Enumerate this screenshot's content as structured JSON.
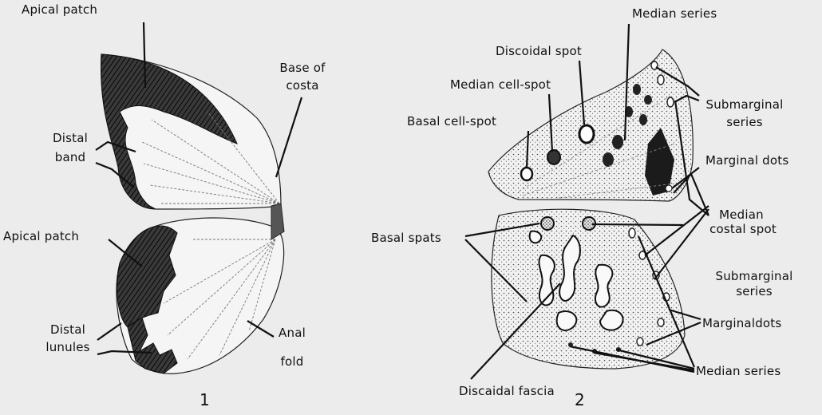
{
  "figure1": {
    "number": "1",
    "labels": {
      "apical_patch_top": "Apical patch",
      "base_of_costa_1": "Base of",
      "base_of_costa_2": "costa",
      "distal_band_1": "Distal",
      "distal_band_2": "band",
      "apical_patch_hind": "Apical patch",
      "distal_lunules_1": "Distal",
      "distal_lunules_2": "lunules",
      "anal_fold_1": "Anal",
      "anal_fold_2": "fold"
    }
  },
  "figure2": {
    "number": "2",
    "labels": {
      "median_series_top": "Median series",
      "discoidal_spot": "Discoidal spot",
      "median_cell_spot": "Median cell-spot",
      "basal_cell_spot": "Basal cell-spot",
      "submarginal_series_1a": "Submarginal",
      "submarginal_series_1b": "series",
      "marginal_dots_top": "Marginal dots",
      "median_costal_spot_1": "Median",
      "median_costal_spot_2": "costal spot",
      "basal_spots": "Basal spats",
      "submarginal_series_2a": "Submarginal",
      "submarginal_series_2b": "series",
      "marginal_dots_bottom": "Marginaldots",
      "median_series_bottom": "Median series",
      "discoidal_fascia": "Discaidal fascia"
    }
  },
  "colors": {
    "background": "#ececec",
    "ink": "#111111",
    "wing_fill": "#f4f4f4"
  }
}
